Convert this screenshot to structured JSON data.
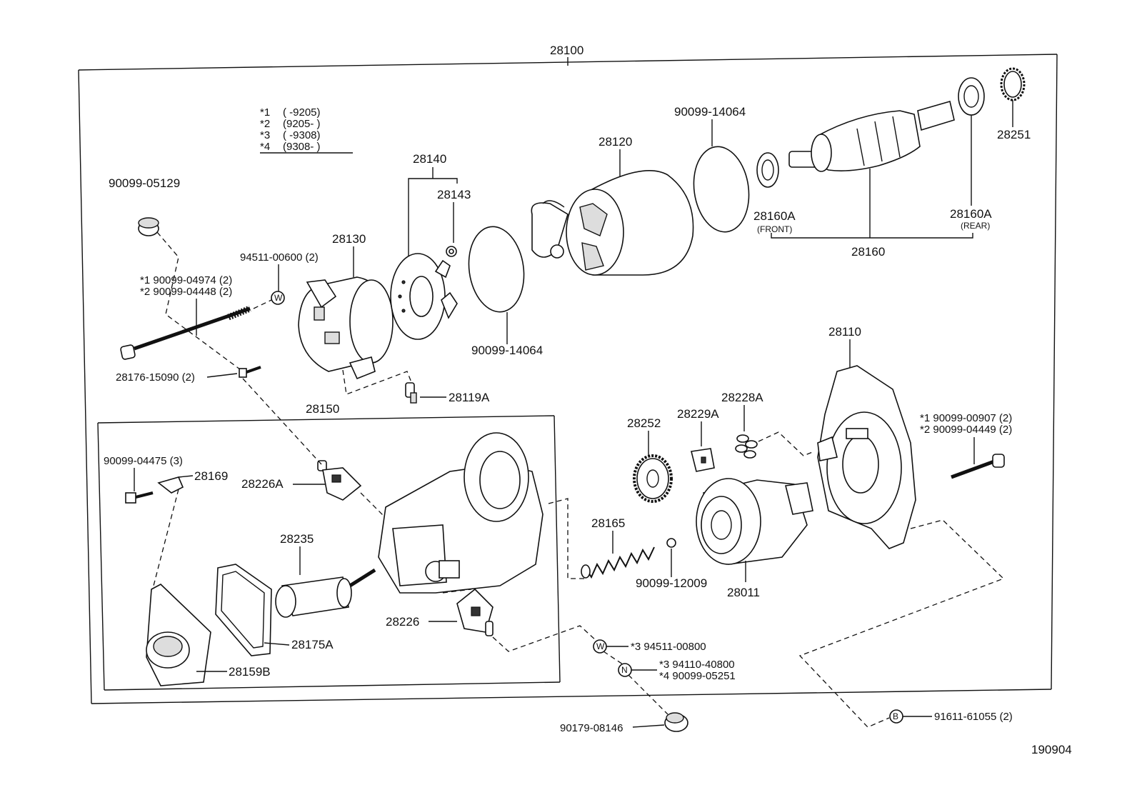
{
  "diagram": {
    "assembly_number": "28100",
    "sheet_number": "190904",
    "legend": [
      {
        "mark": "*1",
        "text": "(      -9205)"
      },
      {
        "mark": "*2",
        "text": "(9205-      )"
      },
      {
        "mark": "*3",
        "text": "(      -9308)"
      },
      {
        "mark": "*4",
        "text": "(9308-      )"
      }
    ],
    "parts": {
      "p90099_05129": "90099-05129",
      "p90099_04974": "*1 90099-04974 (2)",
      "p90099_04448": "*2 90099-04448 (2)",
      "p94511_00600": "94511-00600 (2)",
      "p28130": "28130",
      "p28140": "28140",
      "p28143": "28143",
      "p28120": "28120",
      "p90099_14064_top": "90099-14064",
      "p90099_14064_bottom": "90099-14064",
      "p28160A_front": "28160A",
      "front_note": "(FRONT)",
      "p28160A_rear": "28160A",
      "rear_note": "(REAR)",
      "p28160": "28160",
      "p28251": "28251",
      "p28176_15090": "28176-15090 (2)",
      "p28119A": "28119A",
      "p28150": "28150",
      "p90099_04475": "90099-04475 (3)",
      "p28169": "28169",
      "p28226A": "28226A",
      "p28235": "28235",
      "p28226": "28226",
      "p28175A": "28175A",
      "p28159B": "28159B",
      "p28252": "28252",
      "p28229A": "28229A",
      "p28228A": "28228A",
      "p28110": "28110",
      "p90099_00907": "*1  90099-00907 (2)",
      "p90099_04449": "*2  90099-04449 (2)",
      "p28165": "28165",
      "p90099_12009": "90099-12009",
      "p28011": "28011",
      "p94511_00800": "*3  94511-00800",
      "p94110_40800": "*3  94110-40800",
      "p90099_05251": "*4  90099-05251",
      "p90179_08146": "90179-08146",
      "p91611_61055": "91611-61055 (2)"
    },
    "circle_marks": {
      "washer_upper": "W",
      "washer_lower": "W",
      "nut": "N",
      "bolt": "B"
    }
  }
}
